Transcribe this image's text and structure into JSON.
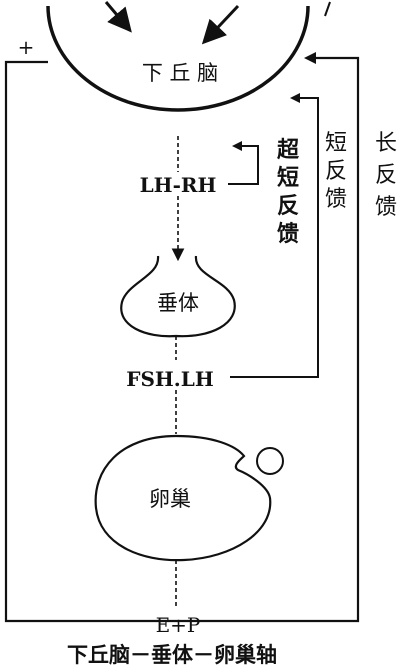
{
  "nodes": {
    "hypothalamus": "下 丘 脑",
    "pituitary": "垂体",
    "ovary": "卵巢"
  },
  "hormones": {
    "releasing": "LH-RH",
    "gonadotropins": "FSH.LH",
    "steroids": "E+P"
  },
  "feedback": {
    "ultra_short": [
      "超",
      "短",
      "反",
      "馈"
    ],
    "short": [
      "短",
      "反",
      "馈"
    ],
    "long": [
      "长",
      "反",
      "馈"
    ]
  },
  "sign_plus": "+",
  "caption": "下丘脑－垂体－卵巢轴"
}
